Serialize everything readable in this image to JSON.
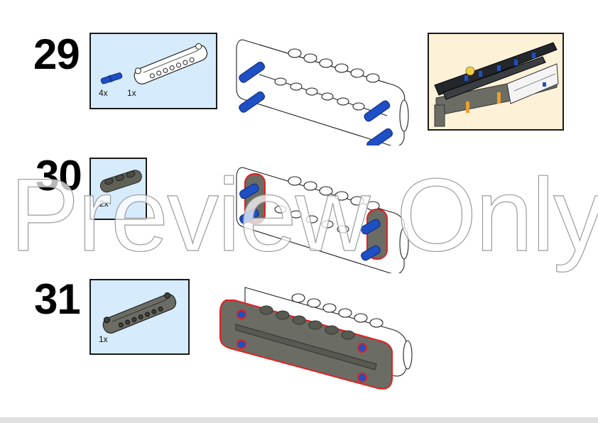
{
  "steps": [
    {
      "number": "29",
      "parts": [
        {
          "name": "blue-connector-pin",
          "quantity": "4x",
          "color": "#1f4fc4"
        },
        {
          "name": "white-technic-panel",
          "quantity": "1x",
          "color": "#ffffff"
        }
      ],
      "has_callout": true
    },
    {
      "number": "30",
      "parts": [
        {
          "name": "dark-gray-beam-3",
          "quantity": "2x",
          "color": "#5f6157"
        }
      ],
      "has_callout": false
    },
    {
      "number": "31",
      "parts": [
        {
          "name": "dark-gray-technic-panel",
          "quantity": "1x",
          "color": "#6b6c64"
        }
      ],
      "has_callout": false
    }
  ],
  "watermark": {
    "text": "Preview Only"
  },
  "colors": {
    "parts_box_bg": "#d6ebfb",
    "callout_bg": "#fdf1d8",
    "pin_blue": "#1f4fc4",
    "dark_gray": "#6b6c64",
    "highlight_red": "#e02020"
  }
}
